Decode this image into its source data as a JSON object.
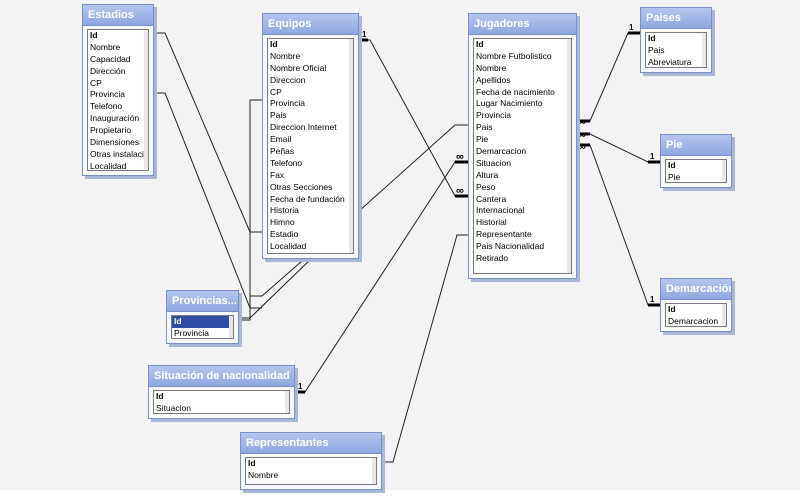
{
  "tables": {
    "estadios": {
      "title": "Estadios",
      "fields": [
        "Id",
        "Nombre",
        "Capacidad",
        "Dirección",
        "CP",
        "Provincia",
        "Telefono",
        "Inauguración",
        "Propietario",
        "Dimensiones",
        "Otras instalaciones",
        "Localidad"
      ]
    },
    "equipos": {
      "title": "Equipos",
      "fields": [
        "Id",
        "Nombre",
        "Nombre Oficial",
        "Direccion",
        "CP",
        "Provincia",
        "Pais",
        "Direccion Internet",
        "Email",
        "Peñas",
        "Telefono",
        "Fax",
        "Otras Secciones",
        "Fecha de fundación",
        "Historia",
        "Himno",
        "Estadio",
        "Localidad"
      ]
    },
    "jugadores": {
      "title": "Jugadores",
      "fields": [
        "Id",
        "Nombre Futbolistico",
        "Nombre",
        "Apellidos",
        "Fecha de nacimiento",
        "Lugar Nacimiento",
        "Provincia",
        "Pais",
        "Pie",
        "Demarcacion",
        "Situacion",
        "Altura",
        "Peso",
        "Cantera",
        "Internacional",
        "Historial",
        "Representante",
        "Pais Nacionalidad",
        "Retirado"
      ]
    },
    "paises": {
      "title": "Paises",
      "fields": [
        "Id",
        "Pais",
        "Abreviatura"
      ]
    },
    "pie": {
      "title": "Pie",
      "fields": [
        "Id",
        "Pie"
      ]
    },
    "demarcacion": {
      "title": "Demarcación",
      "fields": [
        "Id",
        "Demarcacion"
      ]
    },
    "provincias": {
      "title": "Provincias...",
      "fields": [
        "Id",
        "Provincia"
      ]
    },
    "situacion": {
      "title": "Situación de nacionalidad",
      "fields": [
        "Id",
        "Situacion"
      ]
    },
    "representantes": {
      "title": "Representantes",
      "fields": [
        "Id",
        "Nombre"
      ]
    }
  },
  "cardinality": {
    "one": "1",
    "many": "∞"
  },
  "colors": {
    "title_bar": "#8ea6e0",
    "border": "#7a8fc8",
    "canvas": "#f3f3f3",
    "selection": "#2e4fa3"
  }
}
